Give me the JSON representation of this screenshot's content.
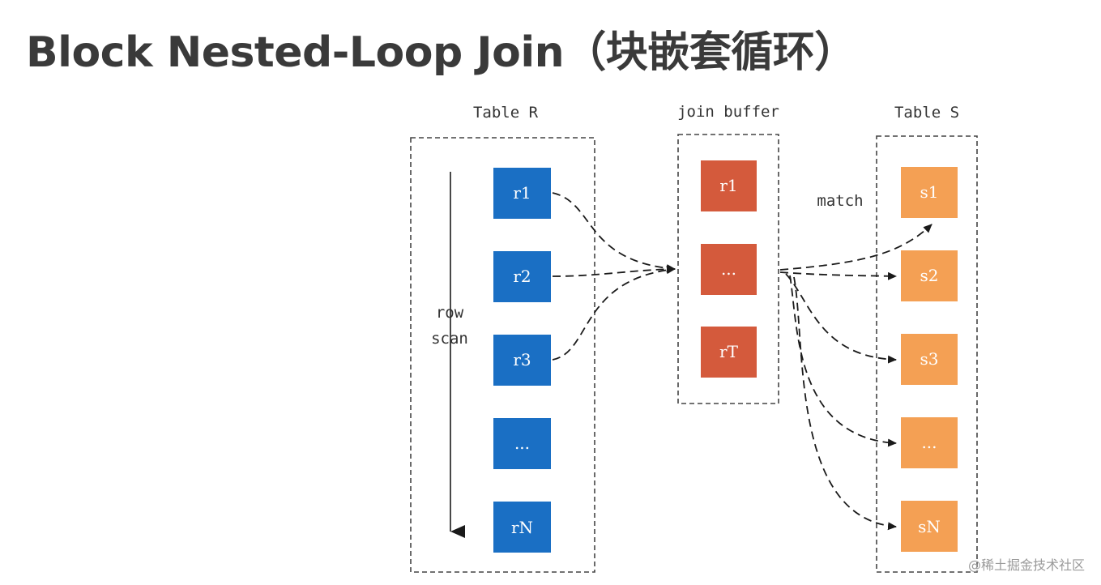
{
  "title": "Block Nested-Loop Join（块嵌套循环）",
  "colors": {
    "table_r": "#1a6fc4",
    "join_buffer": "#d45a3c",
    "table_s": "#f4a054"
  },
  "groups": [
    {
      "id": "table_r",
      "label": "Table R",
      "cells": [
        "r1",
        "r2",
        "r3",
        "...",
        "rN"
      ]
    },
    {
      "id": "join_buffer",
      "label": "join buffer",
      "cells": [
        "r1",
        "...",
        "rT"
      ]
    },
    {
      "id": "table_s",
      "label": "Table S",
      "cells": [
        "s1",
        "s2",
        "s3",
        "...",
        "sN"
      ]
    }
  ],
  "scan_label": [
    "row",
    "scan"
  ],
  "match_label": "match",
  "watermark": "@稀土掘金技术社区"
}
